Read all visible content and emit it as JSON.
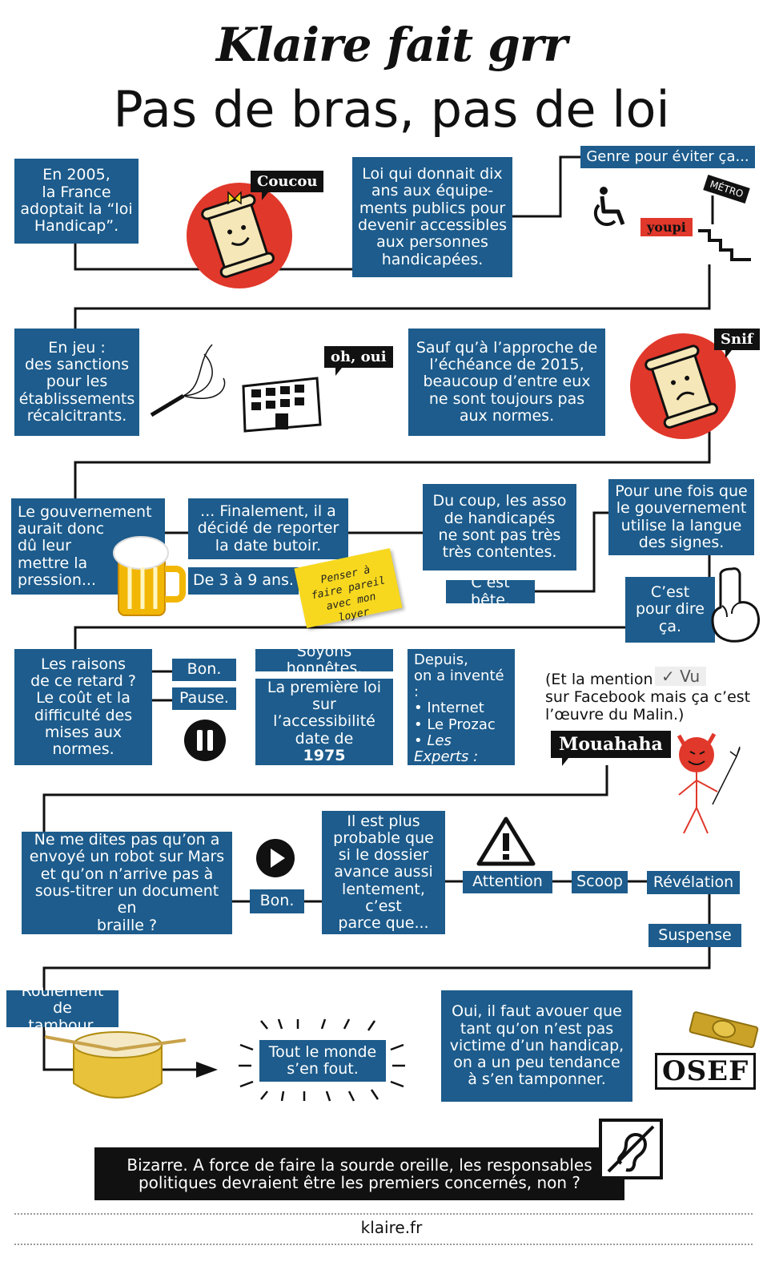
{
  "header": {
    "brand": "Klaire fait grr",
    "title": "Pas de bras, pas de loi"
  },
  "row1": {
    "intro": "En 2005,\nla France\nadoptait la “loi\nHandicap”.",
    "coucou": "Coucou",
    "law": "Loi qui donnait dix\nans aux équipe-\nments publics pour\ndevenir accessibles\naux personnes\nhandicapées.",
    "genre": "Genre pour éviter ça...",
    "metro": "MÉTRO",
    "youpi": "youpi"
  },
  "row2": {
    "sanctions": "En jeu :\ndes sanctions\npour les\nétablissements\nrécalcitrants.",
    "ohoui": "oh, oui",
    "echeance": "Sauf qu’à l’approche de\nl’échéance de 2015,\nbeaucoup d’entre eux\nne sont toujours pas\naux normes.",
    "snif": "Snif"
  },
  "row3": {
    "gouv": "Le gouvernement\naurait donc\ndû leur\nmettre la\npression...",
    "finalement": "... Finalement, il a\ndécidé de reporter\nla date butoir.",
    "de3a9": "De 3 à 9 ans.",
    "postit": "Penser à faire pareil\navec mon loyer",
    "ducoup": "Du coup, les asso\nde handicapés\nne sont pas très\ntrès contentes.",
    "bete": "C’est bête.",
    "signes": "Pour une fois que\nle gouvernement\nutilise la langue\ndes signes.",
    "cestpour": "C’est\npour dire\nça."
  },
  "row4": {
    "raisons": "Les raisons\nde ce retard ?\nLe coût et la\ndifficulté des\nmises aux\nnormes.",
    "bon": "Bon.",
    "pause": "Pause.",
    "honnetes": "Soyons honnêtes.",
    "premiere": "La première loi\nsur l’accessibilité\ndate de",
    "year": "1975",
    "depuis": "Depuis,\non a inventé :",
    "list": [
      "Internet",
      "Le Prozac",
      "Les Experts : Manhattan"
    ],
    "mention_a": "(Et la mention",
    "vu": "Vu",
    "mention_b": "sur Facebook mais ça c’est\nl’œuvre du Malin.)",
    "mouahaha": "Mouahaha"
  },
  "row5": {
    "robot": "Ne me dites pas qu’on a\nenvoyé un robot sur Mars\net qu’on n’arrive pas à\nsous-titrer un document en\nbraille ?",
    "bon": "Bon.",
    "probable": "Il est plus\nprobable que\nsi le dossier\navance aussi\nlentement, c’est\nparce que...",
    "attention": "Attention",
    "scoop": "Scoop",
    "revelation": "Révélation",
    "suspense": "Suspense"
  },
  "row6": {
    "roulement": "Roulement de\ntambour.",
    "fout": "Tout le monde\ns’en fout.",
    "avouer": "Oui, il faut avouer que\ntant qu’on n’est pas\nvictime d’un handicap,\non a un peu tendance\nà s’en tamponner.",
    "osef": "OSEF"
  },
  "conclusion": "Bizarre. A force de faire la sourde oreille, les responsables\npolitiques devraient être les premiers concernés, non ?",
  "footer": "klaire.fr",
  "colors": {
    "box": "#1d5c8c",
    "red": "#e0382b",
    "yellow": "#f7d81e"
  }
}
